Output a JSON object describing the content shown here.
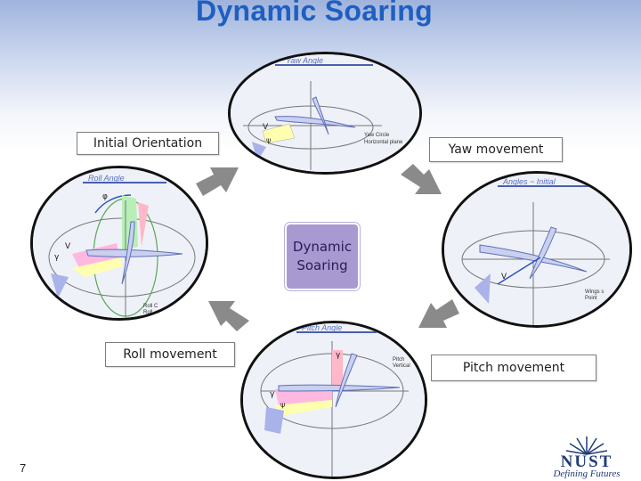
{
  "slide": {
    "title": "Dynamic Soaring",
    "page_number": "7",
    "center_label_line1": "Dynamic",
    "center_label_line2": "Soaring"
  },
  "labels": {
    "initial_orientation": "Initial Orientation",
    "yaw_movement": "Yaw movement",
    "roll_movement": "Roll movement",
    "pitch_movement": "Pitch movement"
  },
  "diagrams": {
    "top": {
      "header": "Yaw Angle",
      "caption1": "Yaw Circle",
      "caption2": "Horizontal plane"
    },
    "left": {
      "header": "Roll Angle",
      "caption1": "Roll C",
      "caption2": "Roll"
    },
    "right": {
      "header": "Angles ~ Initial",
      "caption1": "Wings s",
      "caption2": "Point"
    },
    "bottom": {
      "header": "Pitch Angle",
      "caption1": "Pitch",
      "caption2": "Vertical"
    },
    "symbols": {
      "gamma": "γ",
      "psi": "ψ",
      "phi": "φ",
      "v": "V"
    }
  },
  "logo": {
    "name": "NUST",
    "tagline": "Defining Futures"
  },
  "colors": {
    "title": "#1f5fc1",
    "center_box": "#a89ad0",
    "arrow": "#8a8a8a",
    "glider": "#8090c8"
  }
}
